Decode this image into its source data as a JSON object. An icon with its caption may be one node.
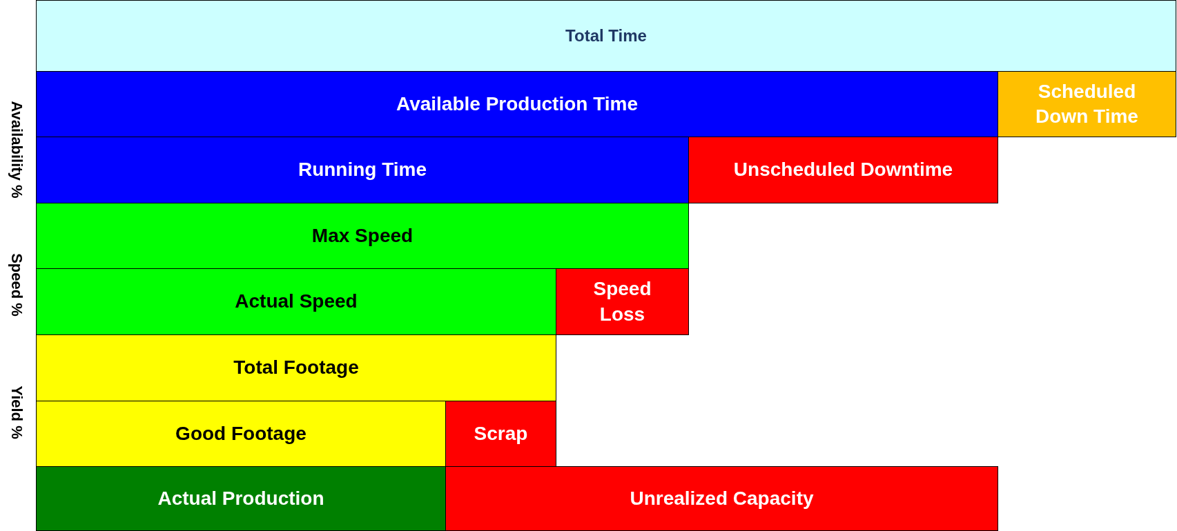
{
  "diagram": {
    "nodes": [
      {
        "text": [
          "Total Time"
        ]
      },
      {
        "text": [
          "Available Production Time"
        ]
      },
      {
        "text": [
          "Scheduled Down Time"
        ]
      },
      {
        "text": [
          "Running Time"
        ]
      },
      {
        "text": [
          "Unscheduled Downtime"
        ]
      },
      {
        "text": [
          "Max Speed"
        ]
      },
      {
        "text": [
          "Actual Speed"
        ]
      },
      {
        "text": [
          "Speed Loss"
        ]
      },
      {
        "text": [
          "Total Footage"
        ]
      },
      {
        "text": [
          "Good Footage"
        ]
      },
      {
        "text": [
          "Scrap"
        ]
      },
      {
        "text": [
          "Actual Production"
        ]
      },
      {
        "text": [
          "Unrealized Capacity"
        ]
      }
    ],
    "labels": [
      "Availability %",
      "Speed %",
      "Yield %"
    ]
  }
}
